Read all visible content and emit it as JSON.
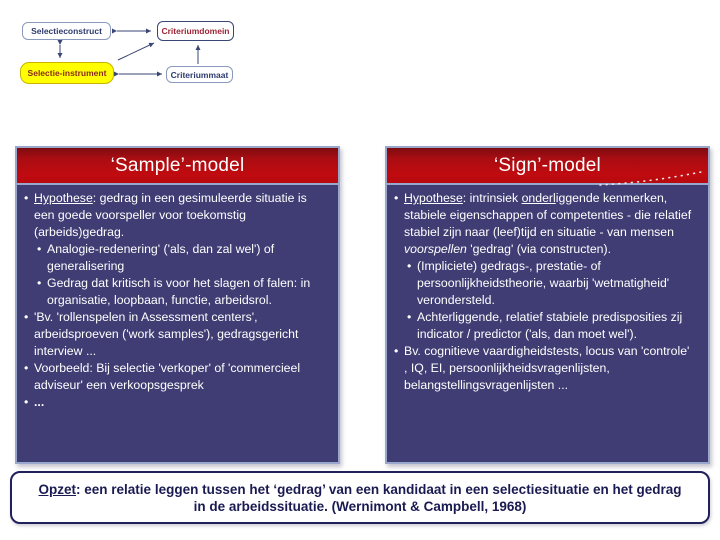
{
  "diagram": {
    "boxes": [
      {
        "id": "selectieconstruct",
        "label": "Selectieconstruct",
        "fill": "#ffffff",
        "text_color": "#2e3a6e"
      },
      {
        "id": "criteriumdomein",
        "label": "Criteriumdomein",
        "fill": "#ffffff",
        "text_color": "#9b2335"
      },
      {
        "id": "selectie-instrument",
        "label": "Selectie-instrument",
        "fill": "#ffff00",
        "text_color": "#8a2a1a"
      },
      {
        "id": "criteriummaat",
        "label": "Criteriummaat",
        "fill": "#ffffff",
        "text_color": "#2e3a6e"
      }
    ],
    "arrows": [
      {
        "from": "Selectieconstruct",
        "to": "Criteriumdomein",
        "double_headed": true
      },
      {
        "from": "Selectieconstruct",
        "to": "Selectie-instrument",
        "double_headed": true
      },
      {
        "from": "Selectie-instrument",
        "to": "Criteriumdomein",
        "double_headed": false
      },
      {
        "from": "Selectie-instrument",
        "to": "Criteriummaat",
        "double_headed": true
      },
      {
        "from": "Criteriummaat",
        "to": "Criteriumdomein",
        "double_headed": false
      }
    ]
  },
  "panels": [
    {
      "title": "‘Sample’-model",
      "bullets": [
        {
          "level": 1,
          "segments": [
            {
              "t": "Hypothese",
              "u": true
            },
            {
              "t": ": gedrag in een gesimuleerde situatie is een goede voorspeller voor toekomstig (arbeids)gedrag."
            }
          ]
        },
        {
          "level": 2,
          "segments": [
            {
              "t": "Analogie-redenering' ('als, dan zal wel') of generalisering"
            }
          ]
        },
        {
          "level": 2,
          "segments": [
            {
              "t": "Gedrag dat kritisch is voor het slagen of falen:  in organisatie,  loopbaan, functie, arbeidsrol."
            }
          ]
        },
        {
          "level": 1,
          "segments": [
            {
              "t": "'Bv. 'rollenspelen in Assessment centers', arbeidsproeven ('work samples'), gedragsgericht interview ..."
            }
          ]
        },
        {
          "level": 1,
          "segments": [
            {
              "t": "Voorbeeld: Bij selectie 'verkoper' of 'commercieel adviseur' een verkoopsgesprek"
            }
          ]
        },
        {
          "level": 1,
          "segments": [
            {
              "t": "...",
              "b": true
            }
          ]
        }
      ]
    },
    {
      "title": "‘Sign’-model",
      "bullets": [
        {
          "level": 1,
          "segments": [
            {
              "t": "Hypothese",
              "u": true
            },
            {
              "t": ":  intrinsiek "
            },
            {
              "t": "onderl",
              "u": true
            },
            {
              "t": "iggende kenmerken, stabiele eigenschappen of competenties - die relatief stabiel zijn naar (leef)tijd en situatie -  van mensen "
            },
            {
              "t": "voorspellen",
              "i": true
            },
            {
              "t": " 'gedrag' (via constructen)."
            }
          ]
        },
        {
          "level": 2,
          "segments": [
            {
              "t": "(Impliciete) gedrags-, prestatie- of persoonlijkheidstheorie, waarbij 'wetmatigheid' verondersteld."
            }
          ]
        },
        {
          "level": 2,
          "segments": [
            {
              "t": "Achterliggende, relatief stabiele predisposities zij indicator / predictor ('als, dan moet wel')."
            }
          ]
        },
        {
          "level": 1,
          "segments": [
            {
              "t": "Bv. cognitieve vaardigheidstests, locus van 'controle' , IQ, EI, persoonlijkheidsvragenlijsten, belangstellingsvragenlijsten ..."
            }
          ]
        }
      ]
    }
  ],
  "footer": {
    "segments": [
      {
        "t": "Opzet",
        "u": true
      },
      {
        "t": ": een relatie leggen tussen het ‘gedrag’ van een kandidaat in een selectiesituatie en het gedrag in de arbeidssituatie. (Wernimont & Campbell, 1968)"
      }
    ]
  },
  "colors": {
    "header_red_top": "#7d0c10",
    "header_red": "#c00b10",
    "panel_body_navy": "#3f3d73",
    "panel_border": "#9aa7cc",
    "footer_border": "#20205a",
    "footer_text": "#1a1a52",
    "highlight_yellow": "#ffff00",
    "diagram_arrow": "#3a4673"
  }
}
